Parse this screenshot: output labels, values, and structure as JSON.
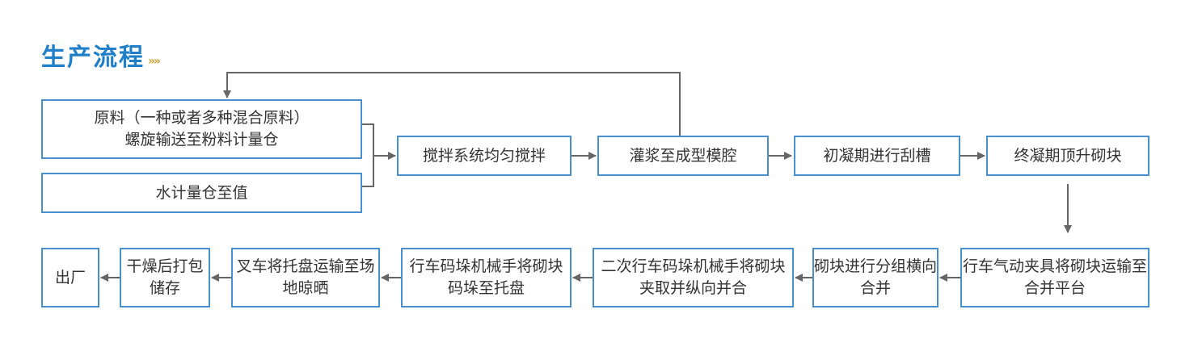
{
  "title": "生产流程",
  "title_chevron": "»»",
  "colors": {
    "title": "#1f7fc8",
    "chevron": "#c9a23a",
    "box_border": "#4a8fd0",
    "connector": "#666666",
    "text": "#333333"
  },
  "steps": {
    "raw_material": "原料（一种或者多种混合原料）\n螺旋输送至粉料计量仓",
    "water": "水计量仓至值",
    "mixing": "搅拌系统均匀搅拌",
    "grouting": "灌浆至成型模腔",
    "initial_set": "初凝期进行刮槽",
    "final_set": "终凝期顶升砌块",
    "crane_transport": "行车气动夹具将砌块运输至合并平台",
    "group_merge": "砌块进行分组横向合并",
    "second_crane": "二次行车码垛机械手将砌块夹取并纵向并合",
    "stacking": "行车码垛机械手将砌块码垛至托盘",
    "forklift": "叉车将托盘运输至场地晾晒",
    "drying": "干燥后打包储存",
    "exit": "出厂"
  }
}
